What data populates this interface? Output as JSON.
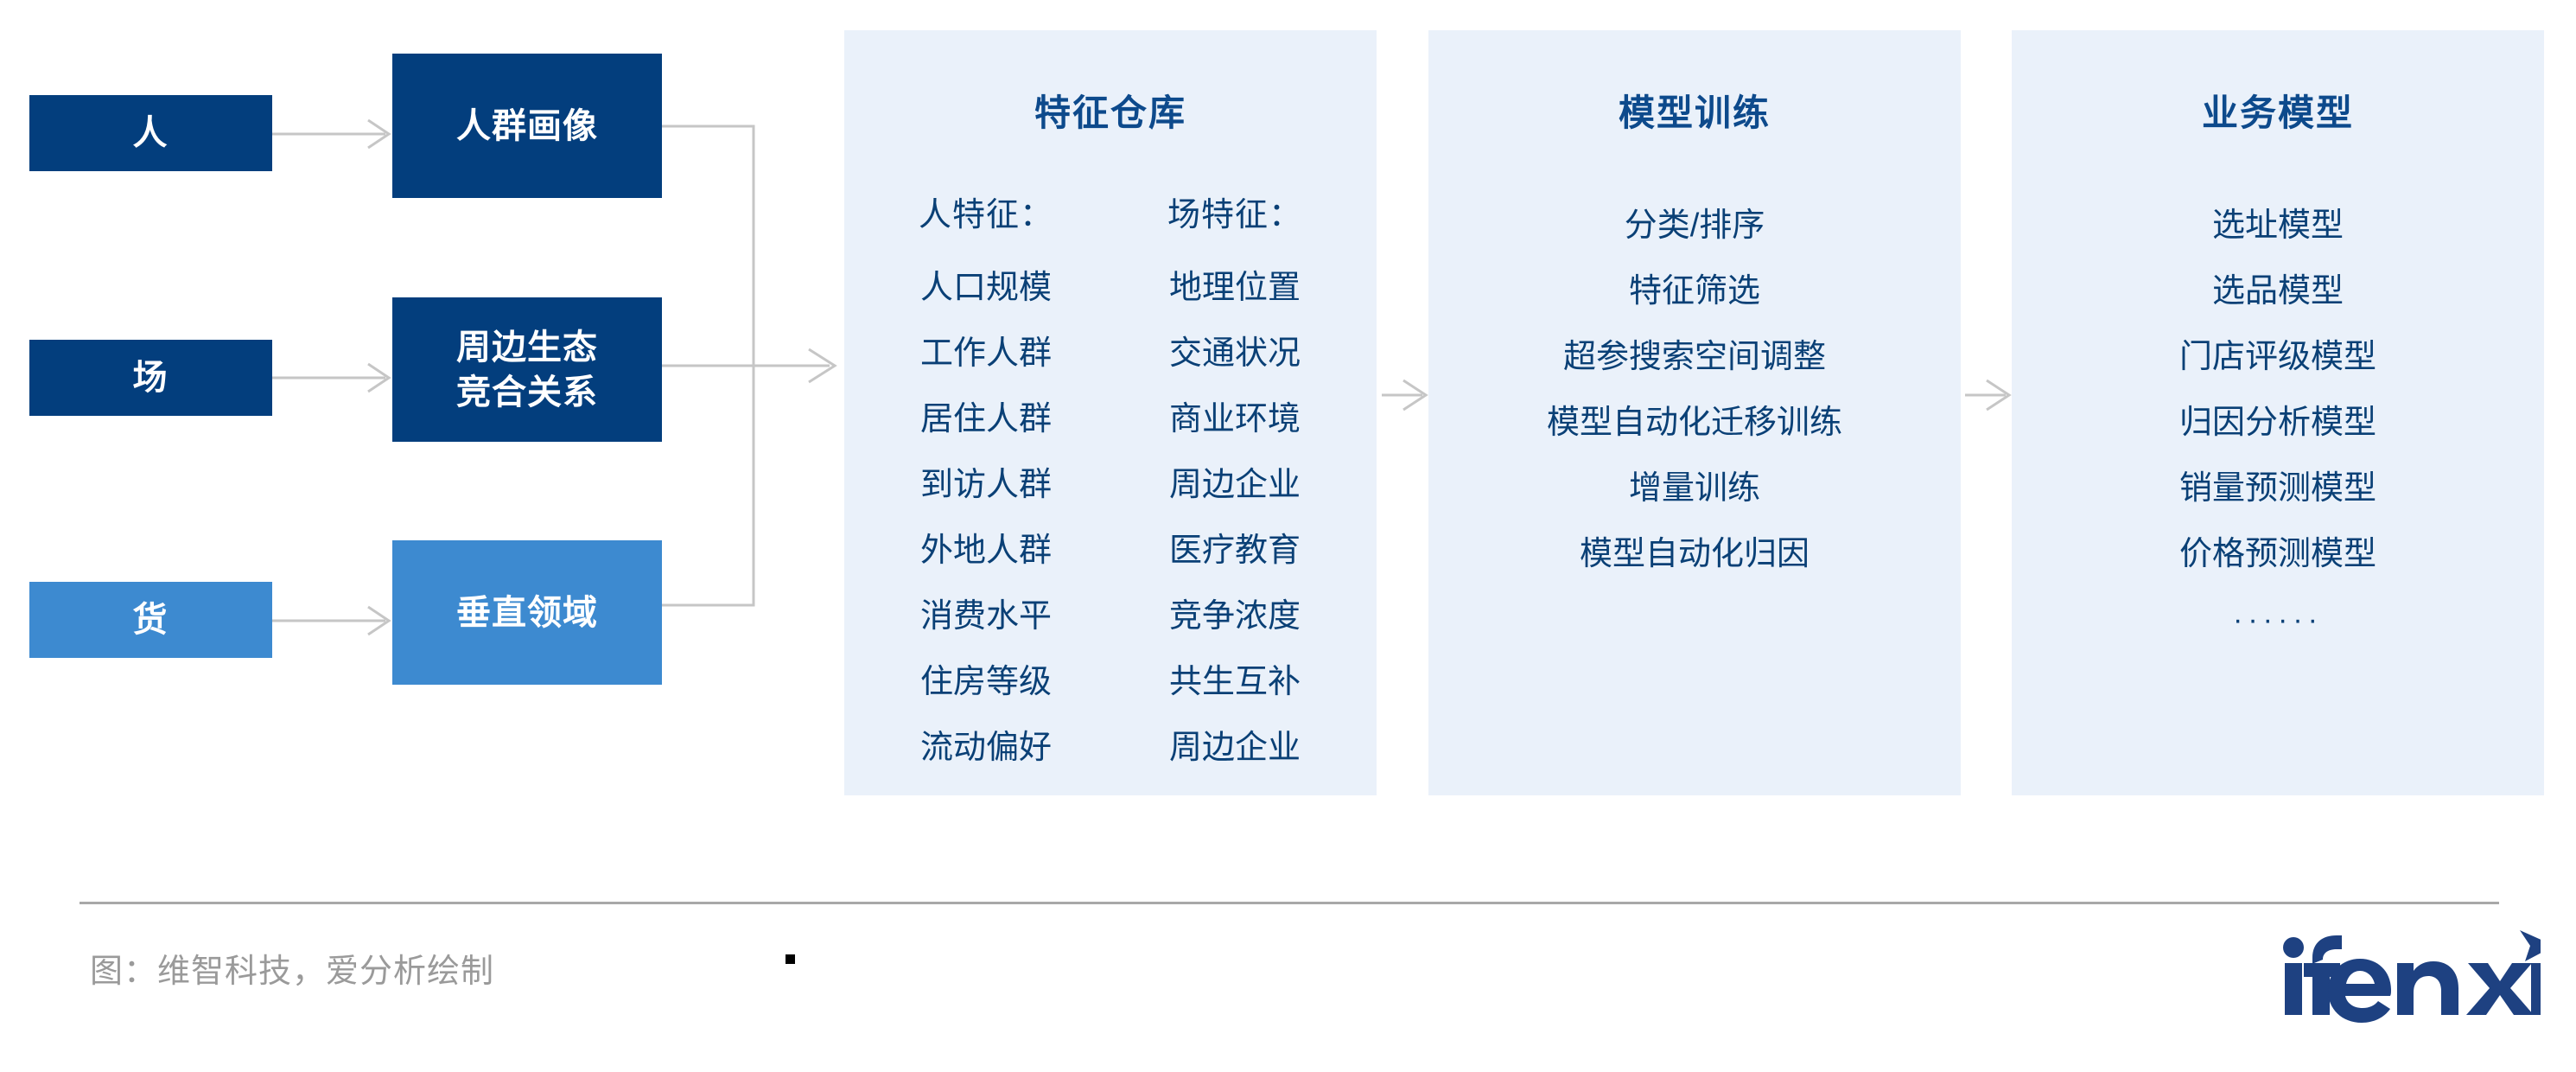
{
  "sources": [
    {
      "label": "人",
      "tone": "dark"
    },
    {
      "label": "场",
      "tone": "dark"
    },
    {
      "label": "货",
      "tone": "light"
    }
  ],
  "stages": [
    {
      "label": "人群画像",
      "tone": "dark"
    },
    {
      "label": "周边生态\n竞合关系",
      "line1": "周边生态",
      "line2": "竞合关系",
      "tone": "dark"
    },
    {
      "label": "垂直领域",
      "tone": "light"
    }
  ],
  "panels": [
    {
      "id": "feature-warehouse",
      "title": "特征仓库",
      "columns": [
        {
          "header": "人特征：",
          "items": [
            "人口规模",
            "工作人群",
            "居住人群",
            "到访人群",
            "外地人群",
            "消费水平",
            "住房等级",
            "流动偏好"
          ]
        },
        {
          "header": "场特征：",
          "items": [
            "地理位置",
            "交通状况",
            "商业环境",
            "周边企业",
            "医疗教育",
            "竞争浓度",
            "共生互补",
            "周边企业"
          ]
        }
      ]
    },
    {
      "id": "model-training",
      "title": "模型训练",
      "items": [
        "分类/排序",
        "特征筛选",
        "超参搜索空间调整",
        "模型自动化迁移训练",
        "增量训练",
        "模型自动化归因"
      ]
    },
    {
      "id": "business-model",
      "title": "业务模型",
      "items": [
        "选址模型",
        "选品模型",
        "门店评级模型",
        "归因分析模型",
        "销量预测模型",
        "价格预测模型",
        "······"
      ]
    }
  ],
  "footer": {
    "credit": "图：维智科技，爱分析绘制",
    "logo_text": "ifenxi"
  },
  "colors": {
    "dark_blue": "#033e7d",
    "light_blue": "#3d8ad0",
    "panel_bg": "#eaf1fa",
    "panel_title": "#0d4a8c",
    "panel_text": "#0a4076",
    "connector": "#c6c6c6",
    "rule": "#a8a8a8",
    "credit_text": "#9a9a9a",
    "logo": "#1e4181"
  }
}
